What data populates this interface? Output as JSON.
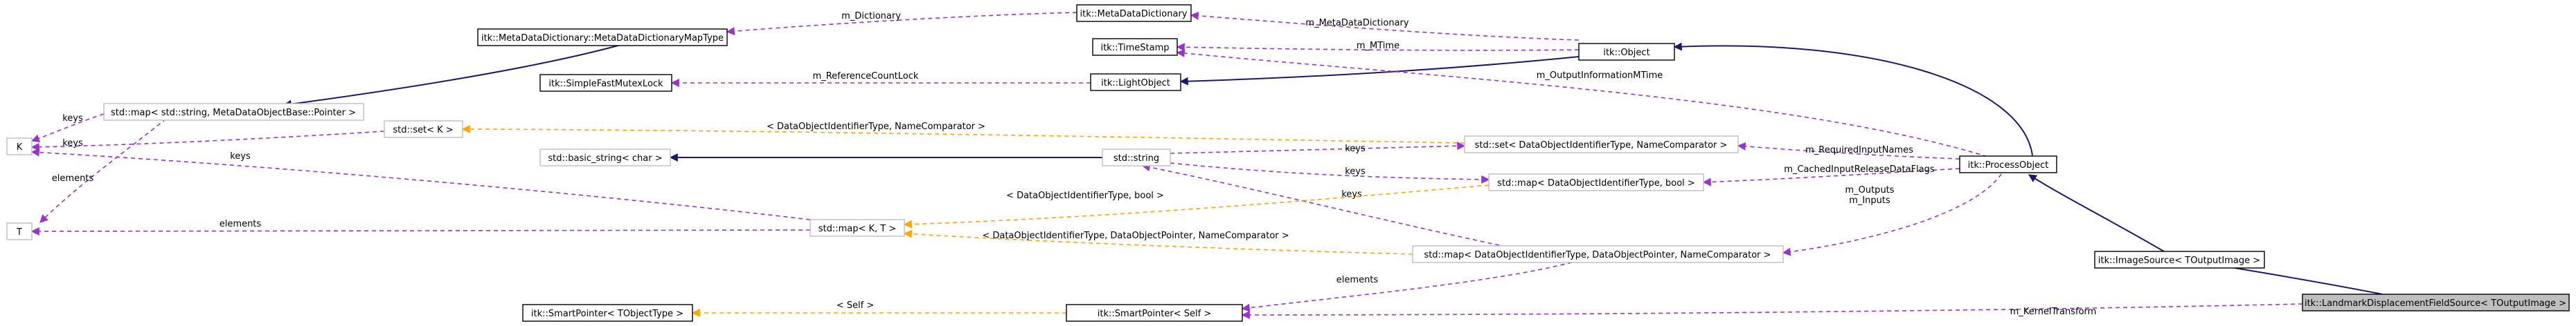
{
  "colors": {
    "inheritance": "#191970",
    "member": "#9a32cd",
    "template": "#ffa500",
    "node_border": "#000000",
    "node_border_dim": "#bfbfbf",
    "highlight_fill": "#bfbfbf"
  },
  "nodes": {
    "metadatadictionary": "itk::MetaDataDictionary",
    "maptype": "itk::MetaDataDictionary::MetaDataDictionaryMapType",
    "object": "itk::Object",
    "timestamp": "itk::TimeStamp",
    "simplefastmutexlock": "itk::SimpleFastMutexLock",
    "lightobject": "itk::LightObject",
    "map_string_metadata": "std::map< std::string, MetaDataObjectBase::Pointer >",
    "k": "K",
    "set_k": "std::set< K >",
    "set_dataobject": "std::set< DataObjectIdentifierType, NameComparator >",
    "basic_string": "std::basic_string< char >",
    "std_string": "std::string",
    "processobject": "itk::ProcessObject",
    "map_dataobject_bool": "std::map< DataObjectIdentifierType, bool >",
    "t": "T",
    "map_kt": "std::map< K, T >",
    "map_dataobject_pointer": "std::map< DataObjectIdentifierType, DataObjectPointer, NameComparator >",
    "imagesource": "itk::ImageSource< TOutputImage >",
    "smartpointer_tobject": "itk::SmartPointer< TObjectType >",
    "smartpointer_self": "itk::SmartPointer< Self >",
    "landmark": "itk::LandmarkDisplacementFieldSource< TOutputImage >"
  },
  "edge_labels": {
    "m_dictionary": "m_Dictionary",
    "m_metadatadictionary": "m_MetaDataDictionary",
    "m_mtime": "m_MTime",
    "m_referencecountlock": "m_ReferenceCountLock",
    "m_outputinformationmtime": "m_OutputInformationMTime",
    "keys_map_to_k": "keys",
    "keys_set_to_k": "keys",
    "elements_map_to_t": "elements",
    "keys_mapkt_to_k": "keys",
    "elements_mapkt_to_t": "elements",
    "set_dataobject_template": "< DataObjectIdentifierType, NameComparator >",
    "keys_string_to_set": "keys",
    "keys_string_to_mapbool": "keys",
    "keys_string_to_mappointer": "keys",
    "m_requiredinputnames": "m_RequiredInputNames",
    "m_cachedinputreleasedataflags": "m_CachedInputReleaseDataFlags",
    "map_bool_template": "< DataObjectIdentifierType, bool >",
    "map_pointer_template": "< DataObjectIdentifierType, DataObjectPointer, NameComparator >",
    "m_outputs": "m_Outputs",
    "m_inputs": "m_Inputs",
    "elements_sp_to_mappointer": "elements",
    "self_template": "< Self >",
    "m_kerneltransform": "m_KernelTransform"
  }
}
